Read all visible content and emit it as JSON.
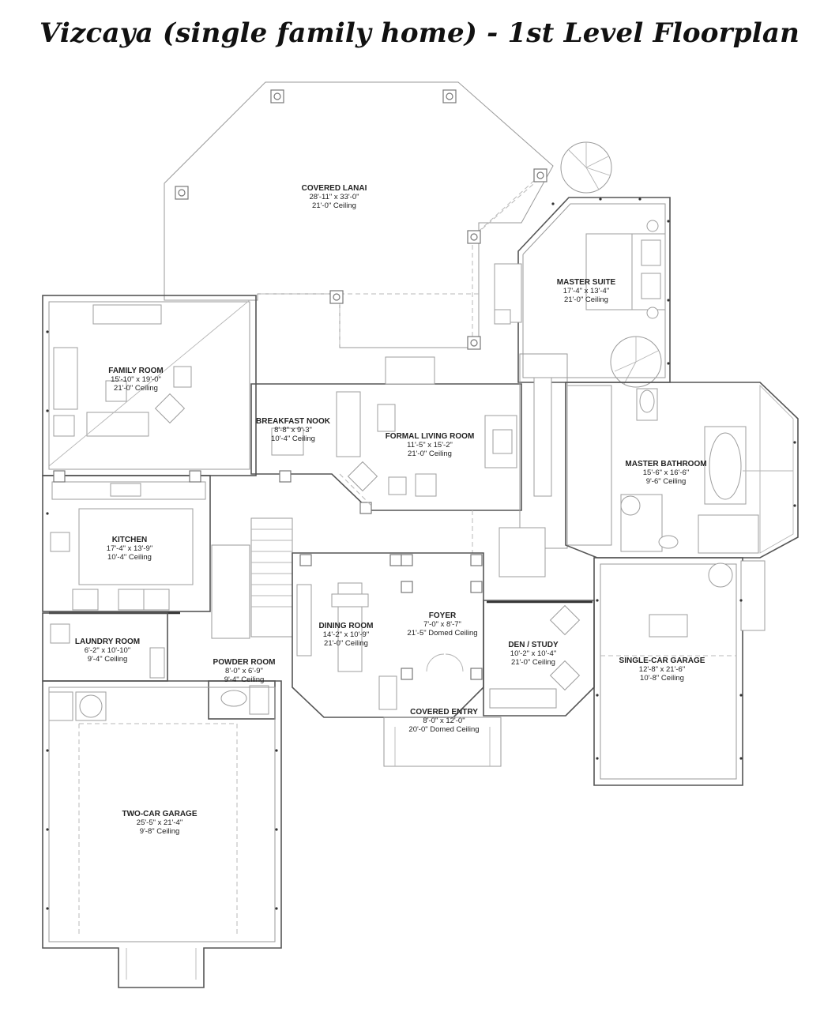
{
  "title": "Vizcaya (single family home) - 1st Level Floorplan",
  "rooms": {
    "covered_lanai": {
      "name": "COVERED LANAI",
      "dims": "28'-11\" x 33'-0\"",
      "ceiling": "21'-0\" Ceiling"
    },
    "master_suite": {
      "name": "MASTER SUITE",
      "dims": "17'-4\" x 13'-4\"",
      "ceiling": "21'-0\" Ceiling"
    },
    "family_room": {
      "name": "FAMILY ROOM",
      "dims": "15'-10\" x 19'-0\"",
      "ceiling": "21'-0\" Ceiling"
    },
    "breakfast_nook": {
      "name": "BREAKFAST NOOK",
      "dims": "8'-8\" x 9'-3\"",
      "ceiling": "10'-4\" Ceiling"
    },
    "formal_living_room": {
      "name": "FORMAL LIVING ROOM",
      "dims": "11'-5\" x 15'-2\"",
      "ceiling": "21'-0\" Ceiling"
    },
    "master_bathroom": {
      "name": "MASTER BATHROOM",
      "dims": "15'-6\" x 16'-6\"",
      "ceiling": "9'-6\" Ceiling"
    },
    "kitchen": {
      "name": "KITCHEN",
      "dims": "17'-4\" x 13'-9\"",
      "ceiling": "10'-4\" Ceiling"
    },
    "foyer": {
      "name": "FOYER",
      "dims": "7'-0\" x 8'-7\"",
      "ceiling": "21'-5\" Domed Ceiling"
    },
    "dining_room": {
      "name": "DINING ROOM",
      "dims": "14'-2\" x 10'-9\"",
      "ceiling": "21'-0\" Ceiling"
    },
    "laundry_room": {
      "name": "LAUNDRY ROOM",
      "dims": "6'-2\" x 10'-10\"",
      "ceiling": "9'-4\" Ceiling"
    },
    "powder_room": {
      "name": "POWDER ROOM",
      "dims": "8'-0\" x 6'-9\"",
      "ceiling": "9'-4\" Ceiling"
    },
    "den_study": {
      "name": "DEN / STUDY",
      "dims": "10'-2\" x 10'-4\"",
      "ceiling": "21'-0\" Ceiling"
    },
    "single_car_garage": {
      "name": "SINGLE-CAR GARAGE",
      "dims": "12'-8\" x 21'-6\"",
      "ceiling": "10'-8\" Ceiling"
    },
    "covered_entry": {
      "name": "COVERED ENTRY",
      "dims": "8'-0\" x 12'-0\"",
      "ceiling": "20'-0\" Domed Ceiling"
    },
    "two_car_garage": {
      "name": "TWO-CAR GARAGE",
      "dims": "25'-5\" x 21'-4\"",
      "ceiling": "9'-8\" Ceiling"
    }
  }
}
